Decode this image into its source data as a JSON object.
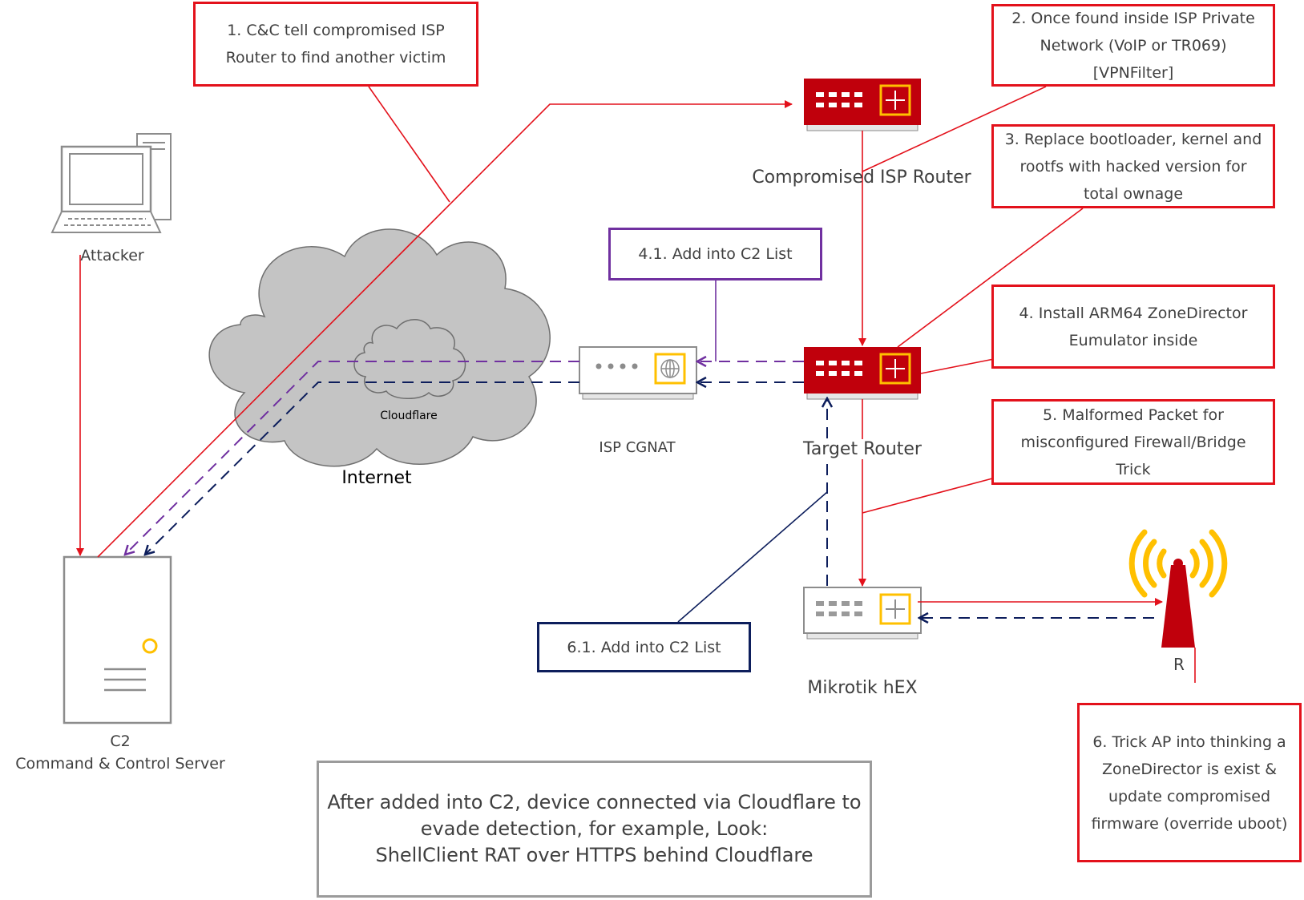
{
  "colors": {
    "red": "#e3111b",
    "purple": "#7030a0",
    "navy": "#0d1e5c",
    "router_red": "#c0000c",
    "accent_yellow": "#ffc000",
    "cloud_gray": "#c4c4c4"
  },
  "nodes": {
    "attacker": "Attacker",
    "c2_line1": "C2",
    "c2_line2": "Command & Control Server",
    "internet": "Internet",
    "cloudflare": "Cloudflare",
    "isp_cgnat": "ISP CGNAT",
    "compromised_router": "Compromised ISP Router",
    "target_router": "Target Router",
    "mikrotik": "Mikrotik hEX",
    "access_point": "R"
  },
  "callouts": {
    "step1": "1. C&C tell compromised ISP\nRouter to find another victim",
    "step2": "2. Once found inside ISP Private\nNetwork (VoIP or TR069)\n[VPNFilter]",
    "step3": "3. Replace bootloader, kernel and\nrootfs with hacked version for\ntotal ownage",
    "step4": "4. Install ARM64 ZoneDirector\nEumulator inside",
    "step41": "4.1. Add into C2 List",
    "step5": "5. Malformed Packet for\nmisconfigured Firewall/Bridge\nTrick",
    "step6": "6. Trick AP into thinking a\nZoneDirector is exist &\nupdate compromised\nfirmware (override uboot)",
    "step61": "6.1. Add into C2 List",
    "note": "After added into C2, device connected via Cloudflare to\nevade detection, for example, Look:\nShellClient RAT over HTTPS behind Cloudflare"
  }
}
